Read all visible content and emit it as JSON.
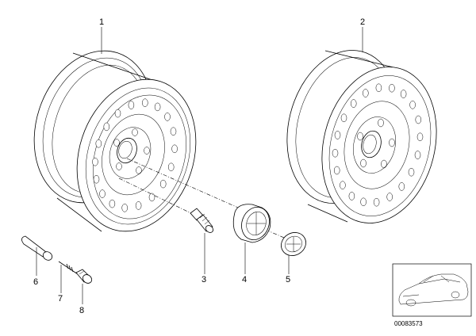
{
  "parts": [
    {
      "number": "1",
      "part": "steel-wheel-left"
    },
    {
      "number": "2",
      "part": "steel-wheel-right"
    },
    {
      "number": "3",
      "part": "wheel-bolt"
    },
    {
      "number": "4",
      "part": "hub-cap"
    },
    {
      "number": "5",
      "part": "emblem"
    },
    {
      "number": "6",
      "part": "valve-cap"
    },
    {
      "number": "7",
      "part": "valve-insert"
    },
    {
      "number": "8",
      "part": "valve"
    }
  ],
  "document_number": "00083573"
}
